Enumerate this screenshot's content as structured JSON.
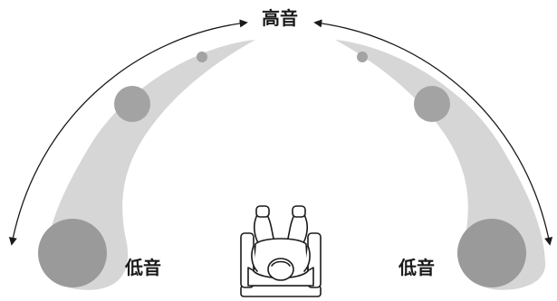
{
  "labels": {
    "high": "高音",
    "low_left": "低音",
    "low_right": "低音"
  },
  "colors": {
    "beam": "#d4d4d4",
    "beam_tip": "#e6e6e6",
    "sound_circle": "#9a9a9a",
    "arrow": "#1a1a1a",
    "listener_stroke": "#1a1a1a",
    "listener_fill": "#ffffff"
  },
  "icons": {
    "listener": "listener-in-chair-icon",
    "arrow_left": "double-arrow-left-icon",
    "arrow_right": "double-arrow-right-icon"
  }
}
